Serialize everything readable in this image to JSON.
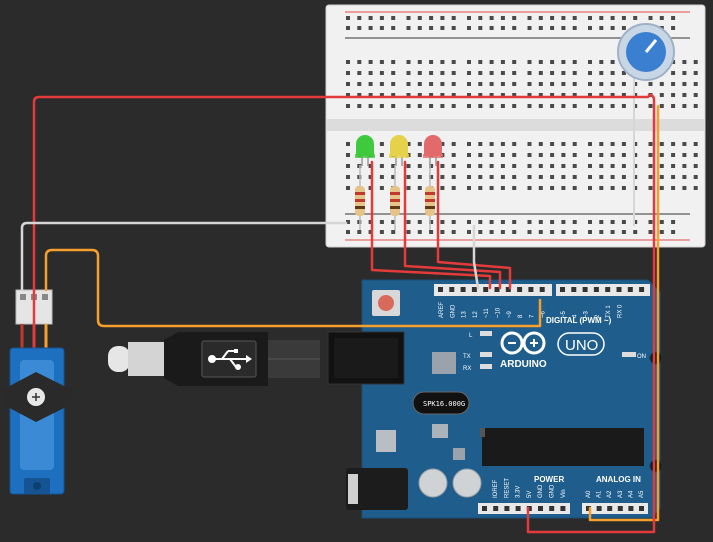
{
  "arduino": {
    "brand": "ARDUINO",
    "model": "UNO",
    "crystal_label": "SPK16.000G",
    "digital_label": "DIGITAL (PWM ~)",
    "power_label": "POWER",
    "analog_label": "ANALOG IN",
    "led_l": "L",
    "led_tx": "TX",
    "led_rx": "RX",
    "led_on": "ON",
    "digital_pins": [
      "AREF",
      "GND",
      "13",
      "12",
      "~11",
      "~10",
      "~9",
      "8",
      "7",
      "~6",
      "~5",
      "4",
      "~3",
      "2",
      "TX 1",
      "RX 0"
    ],
    "power_pins": [
      "IOREF",
      "RESET",
      "3.3V",
      "5V",
      "GND",
      "GND",
      "Vin"
    ],
    "analog_pins": [
      "A0",
      "A1",
      "A2",
      "A3",
      "A4",
      "A5"
    ]
  },
  "leds": [
    {
      "color": "green",
      "hex": "#3ec93e"
    },
    {
      "color": "yellow",
      "hex": "#e6d14a"
    },
    {
      "color": "red",
      "hex": "#e36a6a"
    }
  ],
  "colors": {
    "background": "#2b2b2b",
    "breadboard": "#f1f1f1",
    "board": "#1f5e8c",
    "wire_red": "#e33b3b",
    "wire_orange": "#f5a02d",
    "wire_gray": "#d6d6d6",
    "servo": "#1d6fbf"
  }
}
